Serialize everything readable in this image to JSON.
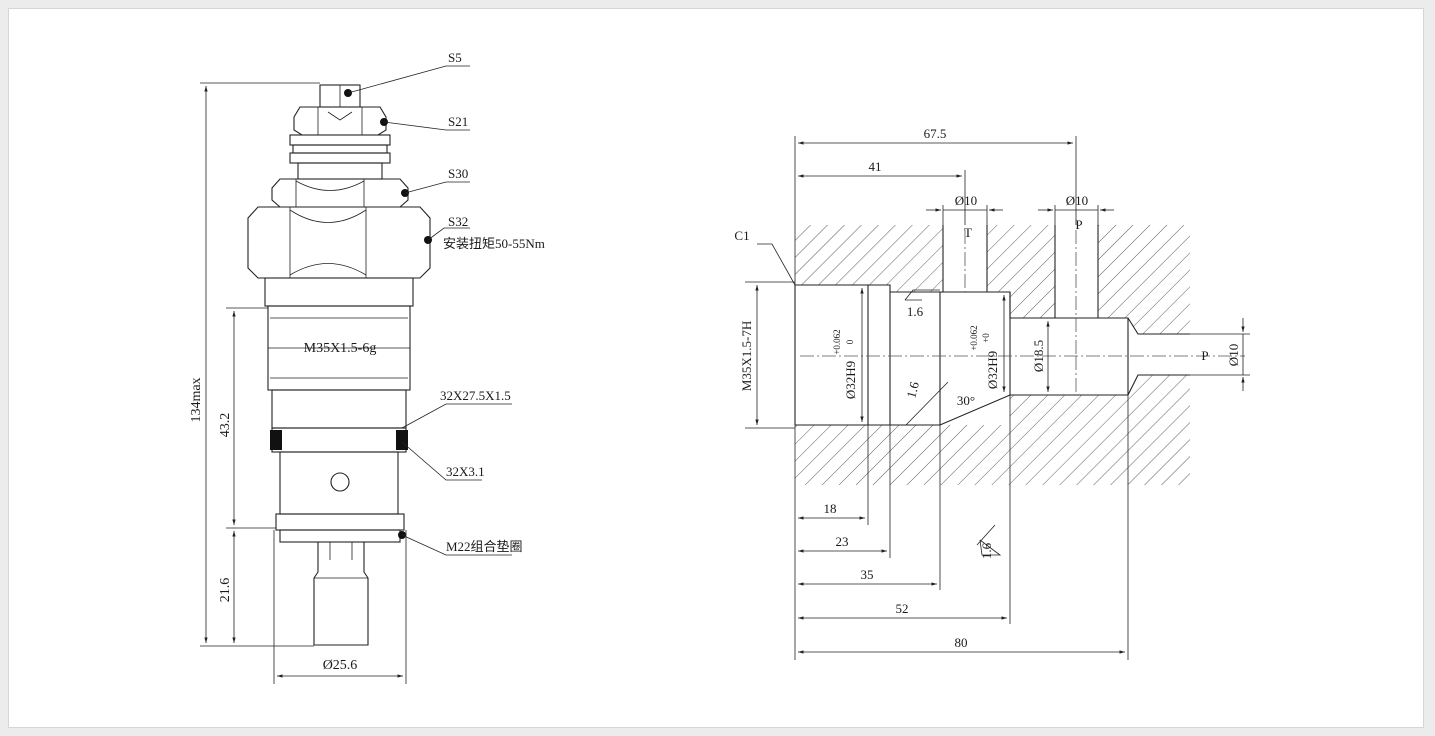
{
  "valve": {
    "callouts": {
      "s5": "S5",
      "s21": "S21",
      "s30": "S30",
      "s32": "S32",
      "torque": "安装扭矩50-55Nm",
      "backup_ring": "32X27.5X1.5",
      "oring": "32X3.1",
      "washer": "M22组合垫圈"
    },
    "thread_label": "M35X1.5-6g",
    "dims": {
      "overall": "134max",
      "upper": "43.2",
      "lower": "21.6",
      "diameter": "Ø25.6"
    }
  },
  "cavity": {
    "dims": {
      "d67_5": "67.5",
      "d41": "41",
      "d10_t": "Ø10",
      "d10_p": "Ø10",
      "d18": "18",
      "d23": "23",
      "d35": "35",
      "d52": "52",
      "d80": "80",
      "d18_5": "Ø18.5",
      "d10_side": "Ø10"
    },
    "ports": {
      "t": "T",
      "p_top": "P",
      "p_side": "P"
    },
    "chamfer": "C1",
    "thread": "M35X1.5-7H",
    "bore1": "Ø32H9",
    "bore1_tol": "+0.062",
    "bore1_tol_low": "0",
    "bore2": "Ø32H9",
    "bore2_tol": "+0.062",
    "bore2_tol_low": "+0",
    "angle": "30°",
    "roughness": [
      "1.6",
      "1.6",
      "1.6"
    ]
  }
}
